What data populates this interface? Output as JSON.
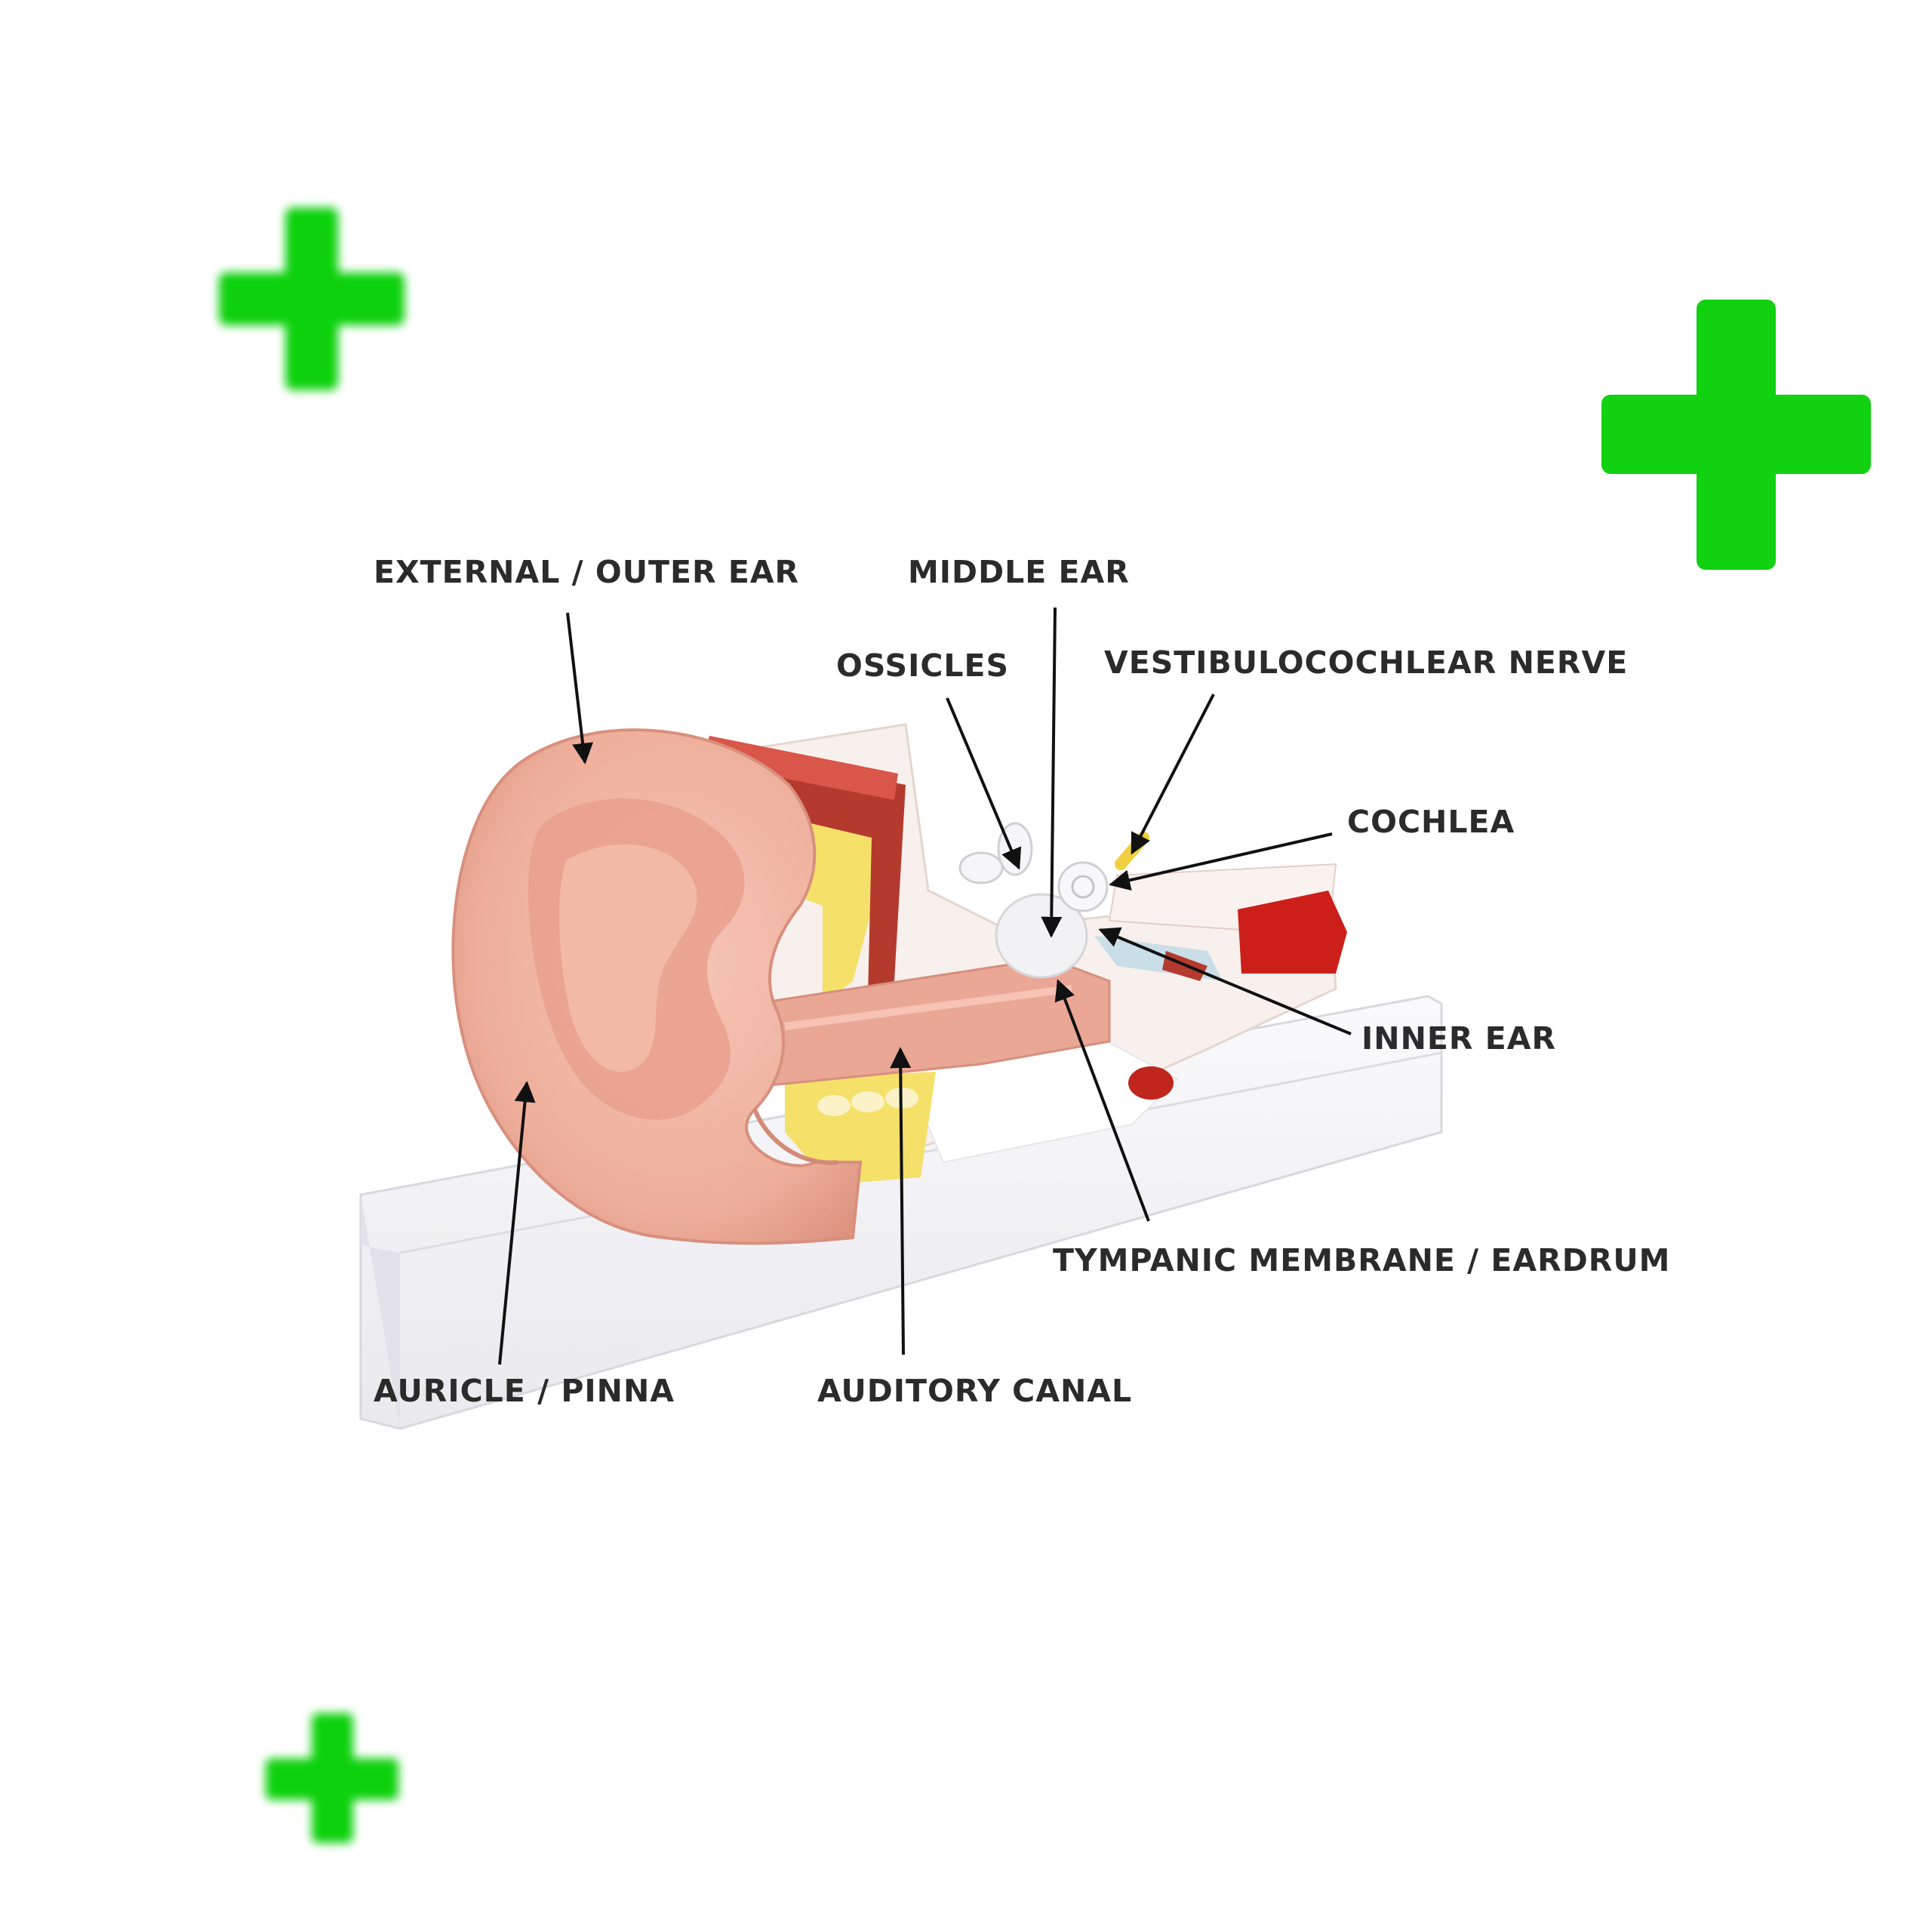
{
  "diagram": {
    "labels": {
      "external_outer_ear": "EXTERNAL / OUTER EAR",
      "middle_ear": "MIDDLE EAR",
      "ossicles": "OSSICLES",
      "vestibulocochlear_nerve": "VESTIBULOCOCHLEAR NERVE",
      "cochlea": "COCHLEA",
      "inner_ear": "INNER EAR",
      "tympanic_membrane": "TYMPANIC MEMBRANE / EARDRUM",
      "auricle_pinna": "AURICLE / PINNA",
      "auditory_canal": "AUDITORY CANAL"
    }
  },
  "colors": {
    "plus_green": "#11d111",
    "skin": "#f2b8a6",
    "skin_dark": "#e39a87",
    "muscle_red": "#c0392b",
    "fat_yellow": "#f5e06a",
    "base_white": "#f4f4f6",
    "label_text": "#2b2b2b"
  }
}
